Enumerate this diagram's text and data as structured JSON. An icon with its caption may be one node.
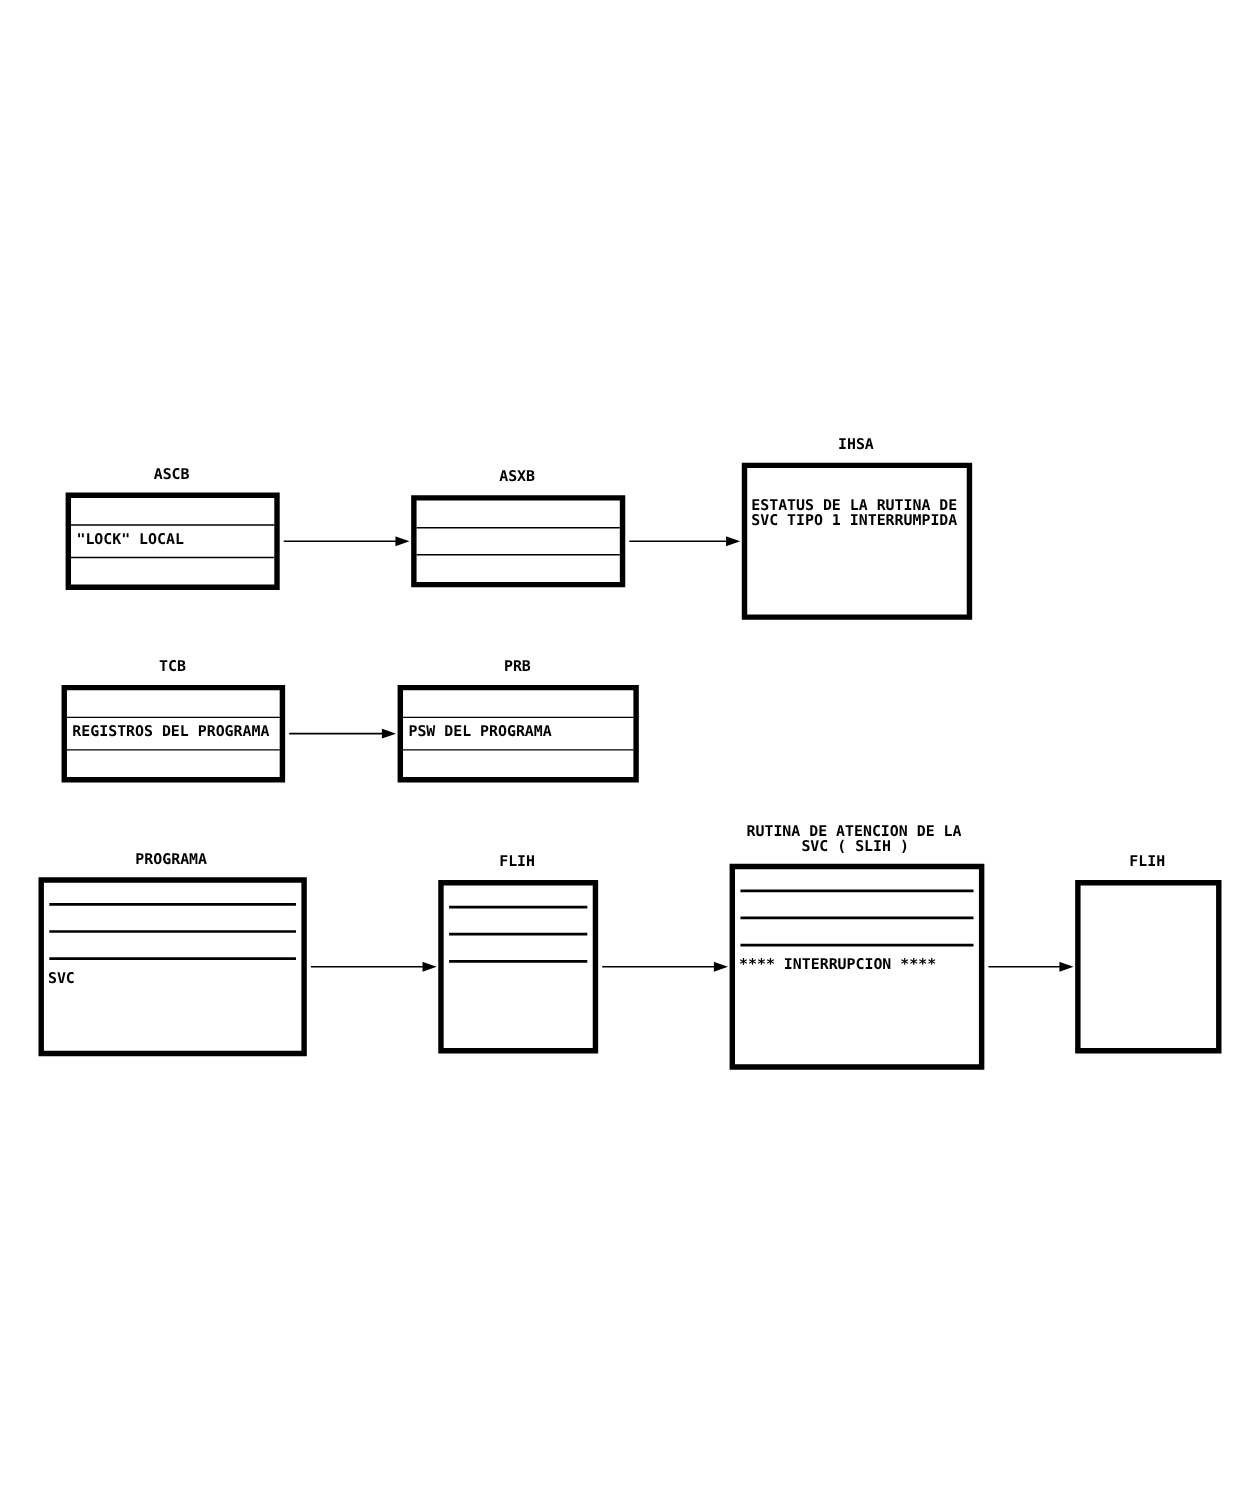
{
  "diagram": {
    "nodes": [
      {
        "text": [
          "ASCB",
          "\"LOCK\" LOCAL"
        ]
      },
      {
        "text": [
          "ASXB"
        ]
      },
      {
        "text": [
          "IHSA",
          "ESTATUS DE LA RUTINA DE SVC TIPO 1 INTERRUMPIDA"
        ]
      },
      {
        "text": [
          "TCB",
          "REGISTROS DEL PROGRAMA"
        ]
      },
      {
        "text": [
          "PRB",
          "PSW DEL PROGRAMA"
        ]
      },
      {
        "text": [
          "PROGRAMA",
          "SVC"
        ]
      },
      {
        "text": [
          "FLIH"
        ]
      },
      {
        "text": [
          "RUTINA DE ATENCION DE LA SVC ( SLIH )",
          "**** INTERRUPCION ****"
        ]
      },
      {
        "text": [
          "FLIH"
        ]
      }
    ],
    "edges": [
      {
        "from": 0,
        "to": 1,
        "arrow": "to"
      },
      {
        "from": 1,
        "to": 2,
        "arrow": "to"
      },
      {
        "from": 3,
        "to": 4,
        "arrow": "to"
      },
      {
        "from": 5,
        "to": 6,
        "arrow": "to"
      },
      {
        "from": 6,
        "to": 7,
        "arrow": "to"
      },
      {
        "from": 7,
        "to": 8,
        "arrow": "to"
      }
    ]
  }
}
